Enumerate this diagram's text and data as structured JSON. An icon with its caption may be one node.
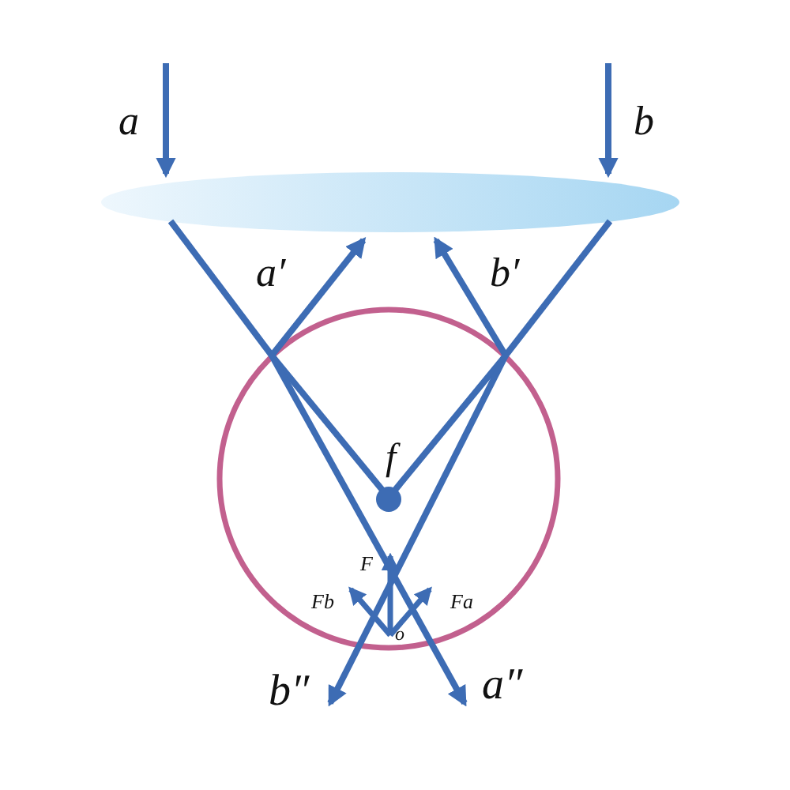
{
  "diagram": {
    "labels": [
      "a",
      "b",
      "a′",
      "b′",
      "f",
      "F",
      "Fb",
      "Fa",
      "o",
      "b″",
      "a″"
    ]
  }
}
